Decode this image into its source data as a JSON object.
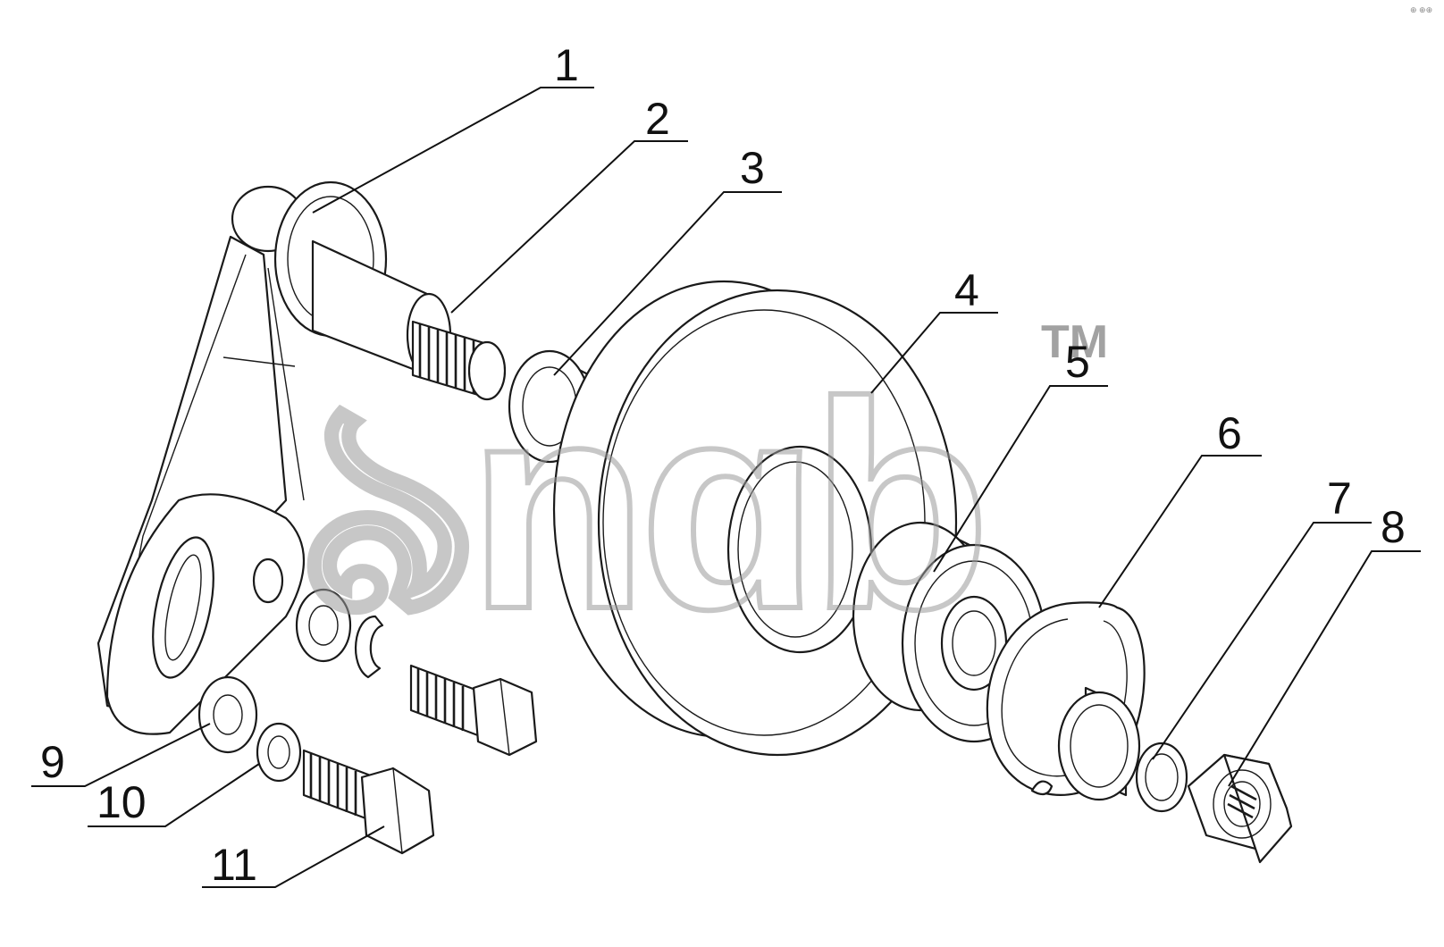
{
  "drawing": {
    "callouts": [
      "1",
      "2",
      "3",
      "4",
      "5",
      "6",
      "7",
      "8",
      "9",
      "10",
      "11"
    ]
  },
  "watermark": {
    "logo_text": "ঌnɑb",
    "trademark": "TM"
  },
  "corner_mark": "⊕ ⊕⊕"
}
